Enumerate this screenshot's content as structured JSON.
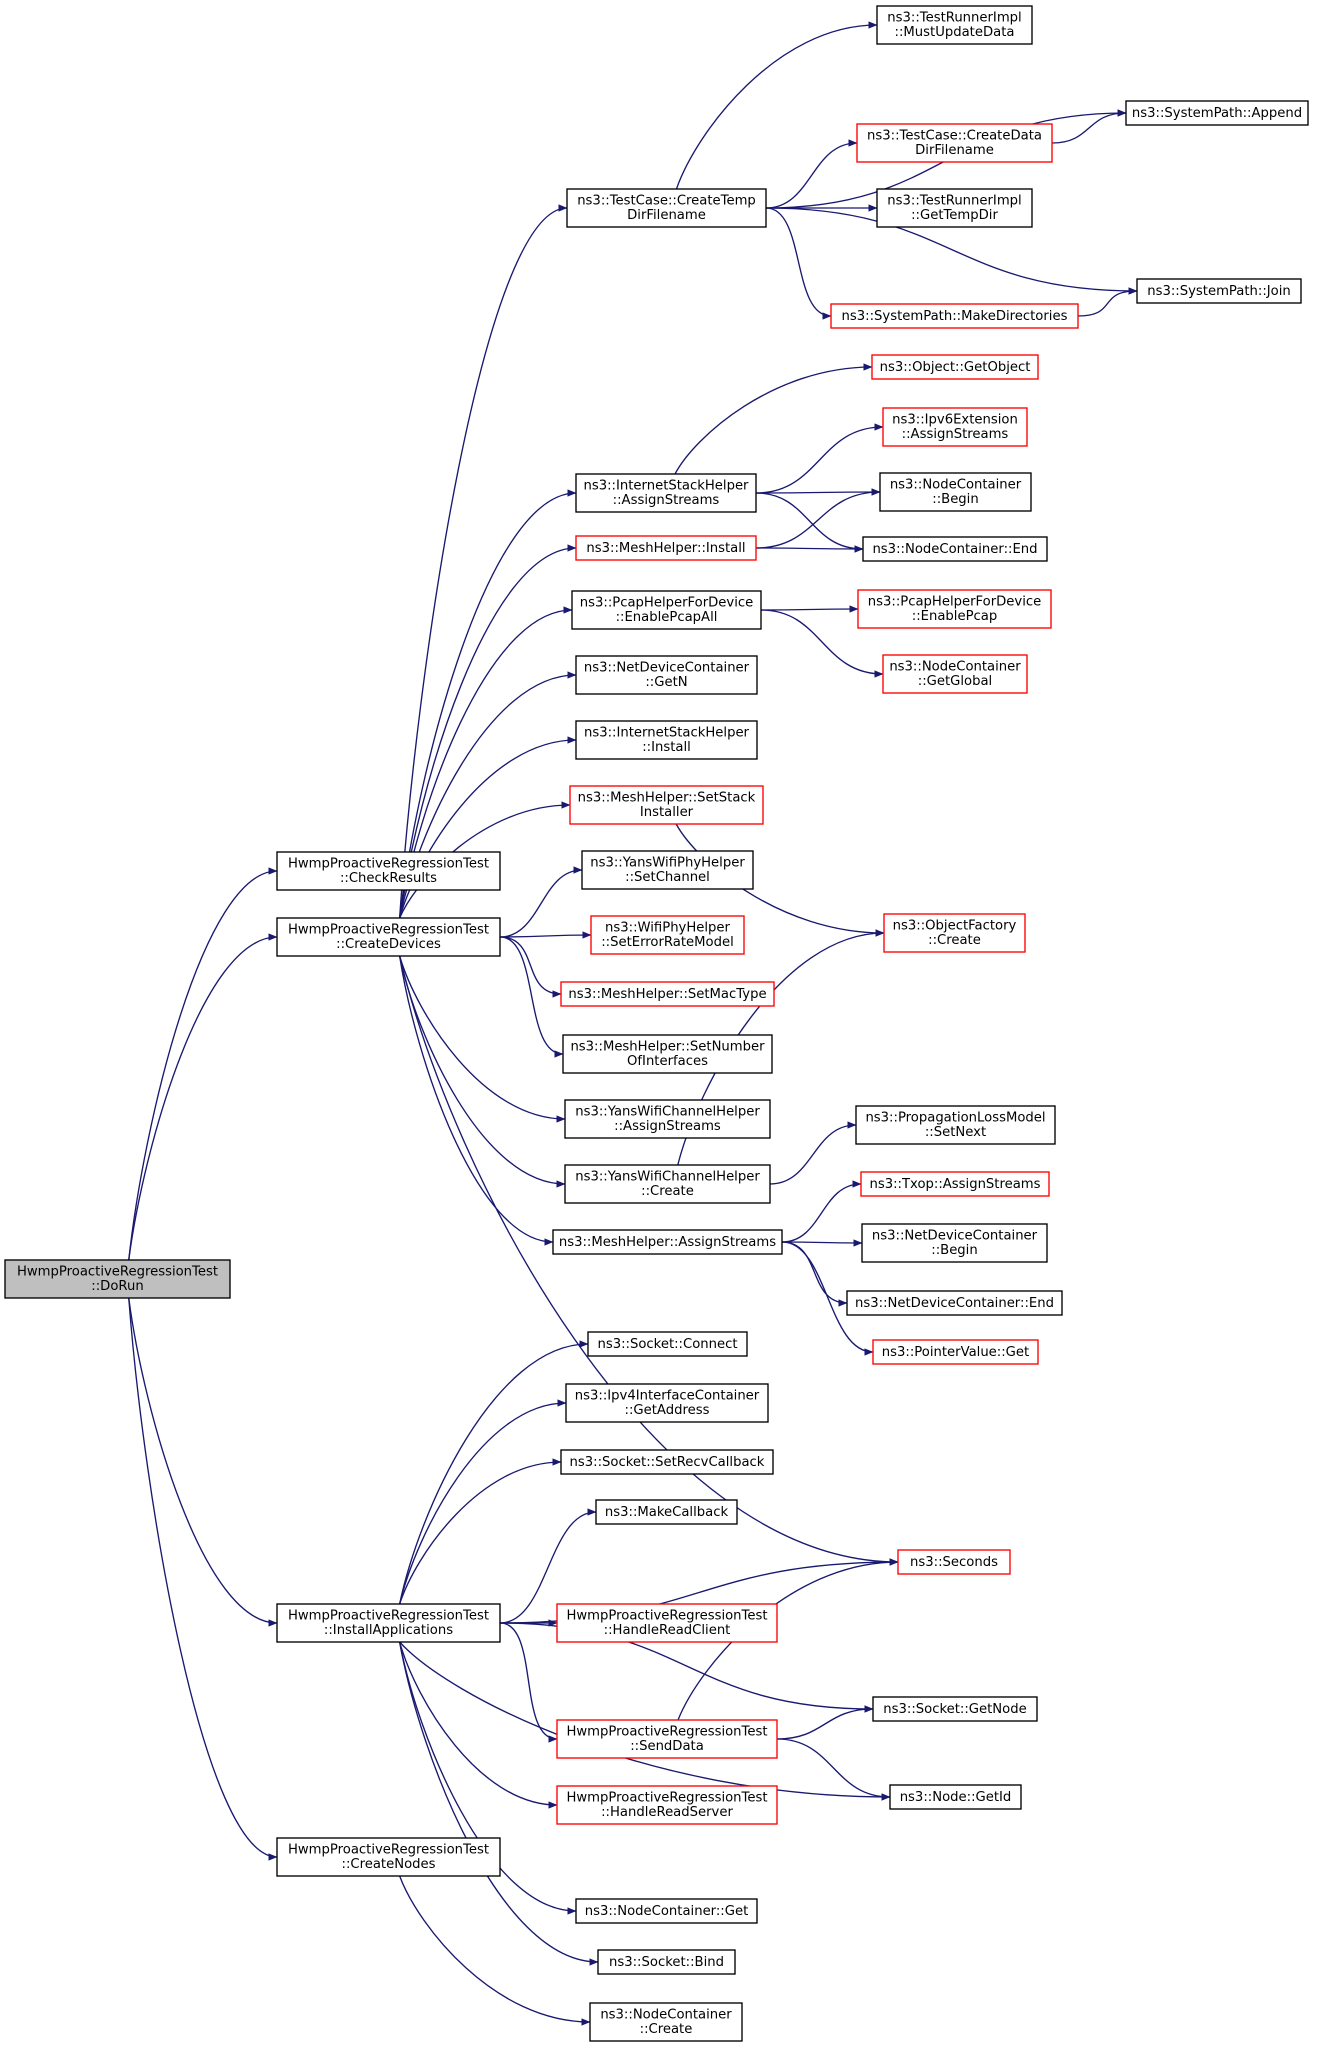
{
  "colors": {
    "edge": "#191970",
    "node_border_ok": "#000000",
    "node_border_incomplete": "#ff0000",
    "node_fill": "#ffffff",
    "root_fill": "#bfbfbf"
  },
  "nodes": [
    {
      "id": "n0",
      "lines": [
        "HwmpProactiveRegressionTest",
        "::DoRun"
      ],
      "style": "root"
    },
    {
      "id": "n1",
      "lines": [
        "HwmpProactiveRegressionTest",
        "::CheckResults"
      ],
      "style": "normal"
    },
    {
      "id": "n2",
      "lines": [
        "HwmpProactiveRegressionTest",
        "::CreateDevices"
      ],
      "style": "normal"
    },
    {
      "id": "n3",
      "lines": [
        "HwmpProactiveRegressionTest",
        "::InstallApplications"
      ],
      "style": "normal"
    },
    {
      "id": "n4",
      "lines": [
        "HwmpProactiveRegressionTest",
        "::CreateNodes"
      ],
      "style": "normal"
    },
    {
      "id": "n5",
      "lines": [
        "ns3::TestCase::CreateTemp",
        "DirFilename"
      ],
      "style": "normal"
    },
    {
      "id": "n6",
      "lines": [
        "ns3::InternetStackHelper",
        "::AssignStreams"
      ],
      "style": "normal"
    },
    {
      "id": "n7",
      "lines": [
        "ns3::MeshHelper::Install"
      ],
      "style": "red"
    },
    {
      "id": "n8",
      "lines": [
        "ns3::PcapHelperForDevice",
        "::EnablePcapAll"
      ],
      "style": "normal"
    },
    {
      "id": "n9",
      "lines": [
        "ns3::NetDeviceContainer",
        "::GetN"
      ],
      "style": "normal"
    },
    {
      "id": "n10",
      "lines": [
        "ns3::InternetStackHelper",
        "::Install"
      ],
      "style": "normal"
    },
    {
      "id": "n11",
      "lines": [
        "ns3::MeshHelper::SetStack",
        "Installer"
      ],
      "style": "red"
    },
    {
      "id": "n12",
      "lines": [
        "ns3::YansWifiPhyHelper",
        "::SetChannel"
      ],
      "style": "normal"
    },
    {
      "id": "n13",
      "lines": [
        "ns3::WifiPhyHelper",
        "::SetErrorRateModel"
      ],
      "style": "red"
    },
    {
      "id": "n14",
      "lines": [
        "ns3::MeshHelper::SetMacType"
      ],
      "style": "red"
    },
    {
      "id": "n15",
      "lines": [
        "ns3::MeshHelper::SetNumber",
        "OfInterfaces"
      ],
      "style": "normal"
    },
    {
      "id": "n16",
      "lines": [
        "ns3::YansWifiChannelHelper",
        "::AssignStreams"
      ],
      "style": "normal"
    },
    {
      "id": "n17",
      "lines": [
        "ns3::YansWifiChannelHelper",
        "::Create"
      ],
      "style": "normal"
    },
    {
      "id": "n18",
      "lines": [
        "ns3::MeshHelper::AssignStreams"
      ],
      "style": "normal"
    },
    {
      "id": "n19",
      "lines": [
        "ns3::TestRunnerImpl",
        "::MustUpdateData"
      ],
      "style": "normal"
    },
    {
      "id": "n20",
      "lines": [
        "ns3::SystemPath::Append"
      ],
      "style": "normal"
    },
    {
      "id": "n21",
      "lines": [
        "ns3::TestCase::CreateData",
        "DirFilename"
      ],
      "style": "red"
    },
    {
      "id": "n22",
      "lines": [
        "ns3::TestRunnerImpl",
        "::GetTempDir"
      ],
      "style": "normal"
    },
    {
      "id": "n23",
      "lines": [
        "ns3::SystemPath::Join"
      ],
      "style": "normal"
    },
    {
      "id": "n24",
      "lines": [
        "ns3::SystemPath::MakeDirectories"
      ],
      "style": "red"
    },
    {
      "id": "n25",
      "lines": [
        "ns3::Object::GetObject"
      ],
      "style": "red"
    },
    {
      "id": "n26",
      "lines": [
        "ns3::Ipv6Extension",
        "::AssignStreams"
      ],
      "style": "red"
    },
    {
      "id": "n27",
      "lines": [
        "ns3::NodeContainer",
        "::Begin"
      ],
      "style": "normal"
    },
    {
      "id": "n28",
      "lines": [
        "ns3::NodeContainer::End"
      ],
      "style": "normal"
    },
    {
      "id": "n29",
      "lines": [
        "ns3::PcapHelperForDevice",
        "::EnablePcap"
      ],
      "style": "red"
    },
    {
      "id": "n30",
      "lines": [
        "ns3::NodeContainer",
        "::GetGlobal"
      ],
      "style": "red"
    },
    {
      "id": "n31",
      "lines": [
        "ns3::ObjectFactory",
        "::Create"
      ],
      "style": "red"
    },
    {
      "id": "n32",
      "lines": [
        "ns3::PropagationLossModel",
        "::SetNext"
      ],
      "style": "normal"
    },
    {
      "id": "n33",
      "lines": [
        "ns3::Txop::AssignStreams"
      ],
      "style": "red"
    },
    {
      "id": "n34",
      "lines": [
        "ns3::NetDeviceContainer",
        "::Begin"
      ],
      "style": "normal"
    },
    {
      "id": "n35",
      "lines": [
        "ns3::NetDeviceContainer::End"
      ],
      "style": "normal"
    },
    {
      "id": "n36",
      "lines": [
        "ns3::PointerValue::Get"
      ],
      "style": "red"
    },
    {
      "id": "n37",
      "lines": [
        "ns3::Seconds"
      ],
      "style": "red"
    },
    {
      "id": "n38",
      "lines": [
        "ns3::Socket::Connect"
      ],
      "style": "normal"
    },
    {
      "id": "n39",
      "lines": [
        "ns3::Ipv4InterfaceContainer",
        "::GetAddress"
      ],
      "style": "normal"
    },
    {
      "id": "n40",
      "lines": [
        "ns3::Socket::SetRecvCallback"
      ],
      "style": "normal"
    },
    {
      "id": "n41",
      "lines": [
        "ns3::MakeCallback"
      ],
      "style": "normal"
    },
    {
      "id": "n42",
      "lines": [
        "HwmpProactiveRegressionTest",
        "::HandleReadClient"
      ],
      "style": "red"
    },
    {
      "id": "n43",
      "lines": [
        "ns3::Socket::GetNode"
      ],
      "style": "normal"
    },
    {
      "id": "n44",
      "lines": [
        "HwmpProactiveRegressionTest",
        "::SendData"
      ],
      "style": "red"
    },
    {
      "id": "n45",
      "lines": [
        "HwmpProactiveRegressionTest",
        "::HandleReadServer"
      ],
      "style": "red"
    },
    {
      "id": "n46",
      "lines": [
        "ns3::Node::GetId"
      ],
      "style": "normal"
    },
    {
      "id": "n47",
      "lines": [
        "ns3::NodeContainer::Get"
      ],
      "style": "normal"
    },
    {
      "id": "n48",
      "lines": [
        "ns3::Socket::Bind"
      ],
      "style": "normal"
    },
    {
      "id": "n49",
      "lines": [
        "ns3::NodeContainer",
        "::Create"
      ],
      "style": "normal"
    }
  ],
  "edges": [
    [
      "n0",
      "n1"
    ],
    [
      "n0",
      "n2"
    ],
    [
      "n0",
      "n3"
    ],
    [
      "n0",
      "n4"
    ],
    [
      "n2",
      "n5"
    ],
    [
      "n2",
      "n6"
    ],
    [
      "n2",
      "n7"
    ],
    [
      "n2",
      "n8"
    ],
    [
      "n2",
      "n9"
    ],
    [
      "n2",
      "n10"
    ],
    [
      "n2",
      "n11"
    ],
    [
      "n2",
      "n12"
    ],
    [
      "n2",
      "n13"
    ],
    [
      "n2",
      "n14"
    ],
    [
      "n2",
      "n15"
    ],
    [
      "n2",
      "n16"
    ],
    [
      "n2",
      "n17"
    ],
    [
      "n2",
      "n18"
    ],
    [
      "n2",
      "n37"
    ],
    [
      "n5",
      "n19"
    ],
    [
      "n5",
      "n20"
    ],
    [
      "n5",
      "n21"
    ],
    [
      "n5",
      "n22"
    ],
    [
      "n5",
      "n23"
    ],
    [
      "n5",
      "n24"
    ],
    [
      "n21",
      "n20"
    ],
    [
      "n24",
      "n23"
    ],
    [
      "n6",
      "n25"
    ],
    [
      "n6",
      "n26"
    ],
    [
      "n6",
      "n27"
    ],
    [
      "n6",
      "n28"
    ],
    [
      "n7",
      "n27"
    ],
    [
      "n7",
      "n28"
    ],
    [
      "n8",
      "n29"
    ],
    [
      "n8",
      "n30"
    ],
    [
      "n11",
      "n31"
    ],
    [
      "n17",
      "n31"
    ],
    [
      "n17",
      "n32"
    ],
    [
      "n18",
      "n33"
    ],
    [
      "n18",
      "n34"
    ],
    [
      "n18",
      "n35"
    ],
    [
      "n18",
      "n36"
    ],
    [
      "n3",
      "n38"
    ],
    [
      "n3",
      "n39"
    ],
    [
      "n3",
      "n40"
    ],
    [
      "n3",
      "n41"
    ],
    [
      "n3",
      "n37"
    ],
    [
      "n3",
      "n42"
    ],
    [
      "n3",
      "n43"
    ],
    [
      "n3",
      "n44"
    ],
    [
      "n3",
      "n45"
    ],
    [
      "n3",
      "n46"
    ],
    [
      "n3",
      "n47"
    ],
    [
      "n3",
      "n48"
    ],
    [
      "n44",
      "n37"
    ],
    [
      "n44",
      "n43"
    ],
    [
      "n44",
      "n46"
    ],
    [
      "n4",
      "n49"
    ]
  ]
}
